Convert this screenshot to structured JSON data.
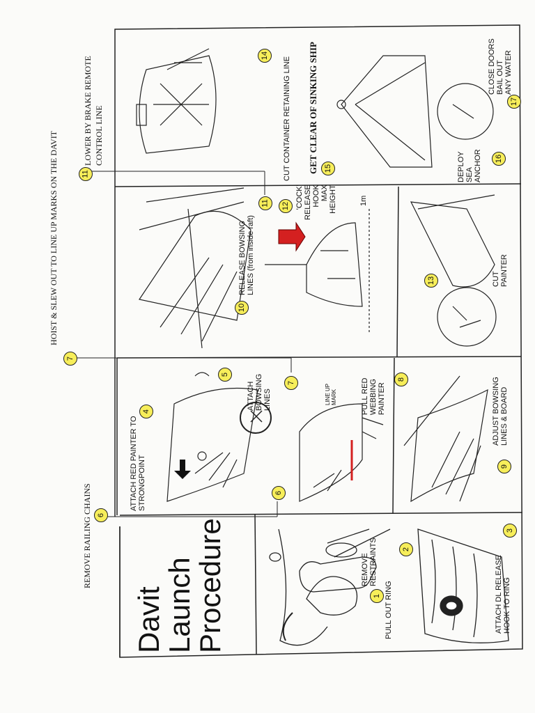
{
  "title": [
    "Davit",
    "Launch",
    "Procedure"
  ],
  "top_instructions": {
    "remove_railing_chains": "REMOVE RAILING CHAINS",
    "hoist_slew": "HOIST & SLEW OUT TO LINE UP MARKS ON THE DAVIT",
    "lower_by_brake": [
      "LOWER BY BRAKE REMOTE",
      "CONTROL LINE"
    ]
  },
  "steps": {
    "pull_out_ring": "PULL OUT RING",
    "remove_restraints": [
      "REMOVE",
      "RESTRAINTS"
    ],
    "attach_dl_release": [
      "ATTACH DL RELEASE",
      "HOOK TO RING"
    ],
    "attach_red_painter": [
      "ATTACH  RED  PAINTER TO",
      "STRONGPOINT"
    ],
    "attach_bowsing": [
      "ATTACH",
      "BOWSING",
      "LINES"
    ],
    "line_up_mark": [
      "LINE UP",
      "MARK"
    ],
    "pull_red_webbing": [
      "PULL RED",
      "WEBBING",
      "PAINTER"
    ],
    "adjust_bowsing": [
      "ADJUST BOWSING",
      "LINES & BOARD"
    ],
    "release_bowsing": [
      "RELEASE BOWSING",
      "LINES (from inside raft)"
    ],
    "cock_release": [
      "'COCK'",
      "RELEASE",
      "HOOK",
      "MAX",
      "HEIGHT"
    ],
    "one_meter": "1m",
    "cut_painter": [
      "CUT",
      "PAINTER"
    ],
    "cut_container": "CUT CONTAINER RETAINING LINE",
    "get_clear": "GET CLEAR OF SINKING SHIP",
    "deploy_sea_anchor": [
      "DEPLOY",
      "SEA",
      "ANCHOR"
    ],
    "close_doors": [
      "CLOSE DOORS",
      "BAIL OUT",
      "ANY WATER"
    ]
  },
  "numbers": {
    "n1": "1",
    "n2": "2",
    "n3": "3",
    "n4": "4",
    "n5": "5",
    "n6a": "6",
    "n6b": "6",
    "n7a": "7",
    "n7b": "7",
    "n8": "8",
    "n9": "9",
    "n10": "10",
    "n11a": "11",
    "n11b": "11",
    "n12": "12",
    "n13": "13",
    "n14": "14",
    "n15": "15",
    "n16": "16",
    "n17": "17"
  },
  "colors": {
    "marker_yellow": "#f7ee5a",
    "painter_red": "#d42020",
    "ink": "#111111"
  }
}
